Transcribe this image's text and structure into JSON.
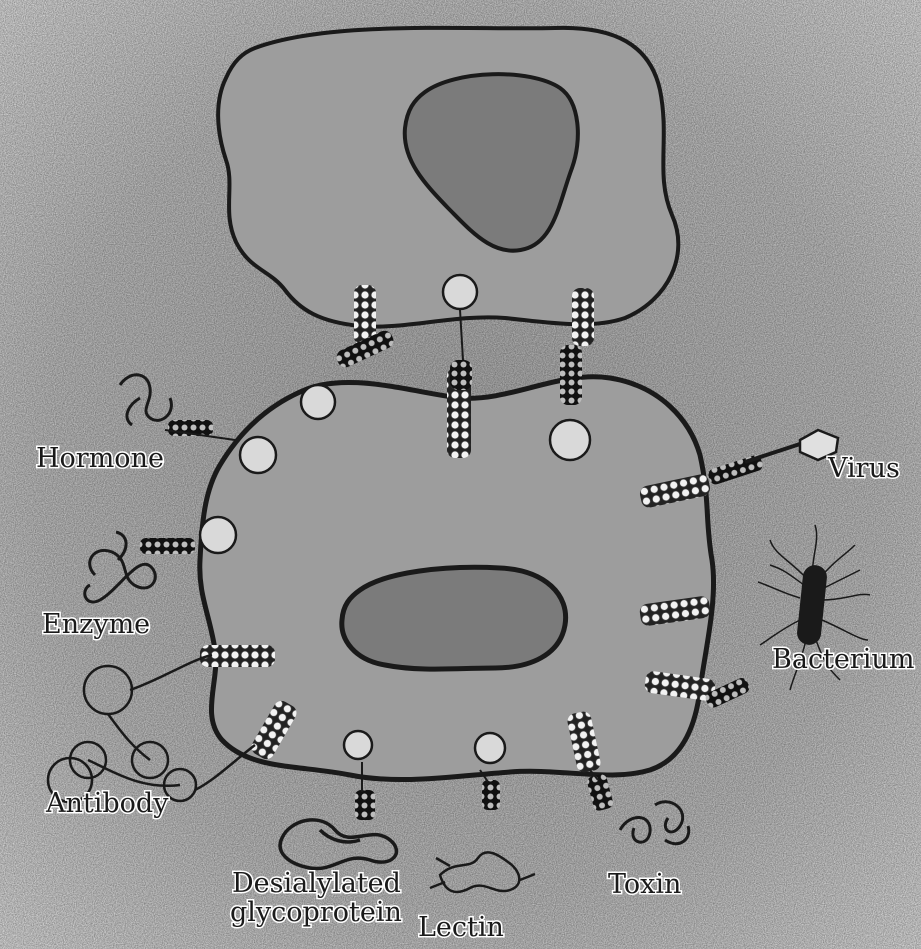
{
  "labels": {
    "hormone": "Hormone",
    "enzyme": "Enzyme",
    "antibody": "Antibody",
    "desialylated_line1": "Desialylated",
    "desialylated_line2": "glycoprotein",
    "lectin": "Lectin",
    "toxin": "Toxin",
    "virus": "Virus",
    "bacterium": "Bacterium"
  },
  "colors": {
    "background": "#c9c9c9",
    "cell": "#9d9d9d",
    "nucleus": "#7b7b7b",
    "outline": "#1a1a1a",
    "bead": "#f2f2f2"
  }
}
